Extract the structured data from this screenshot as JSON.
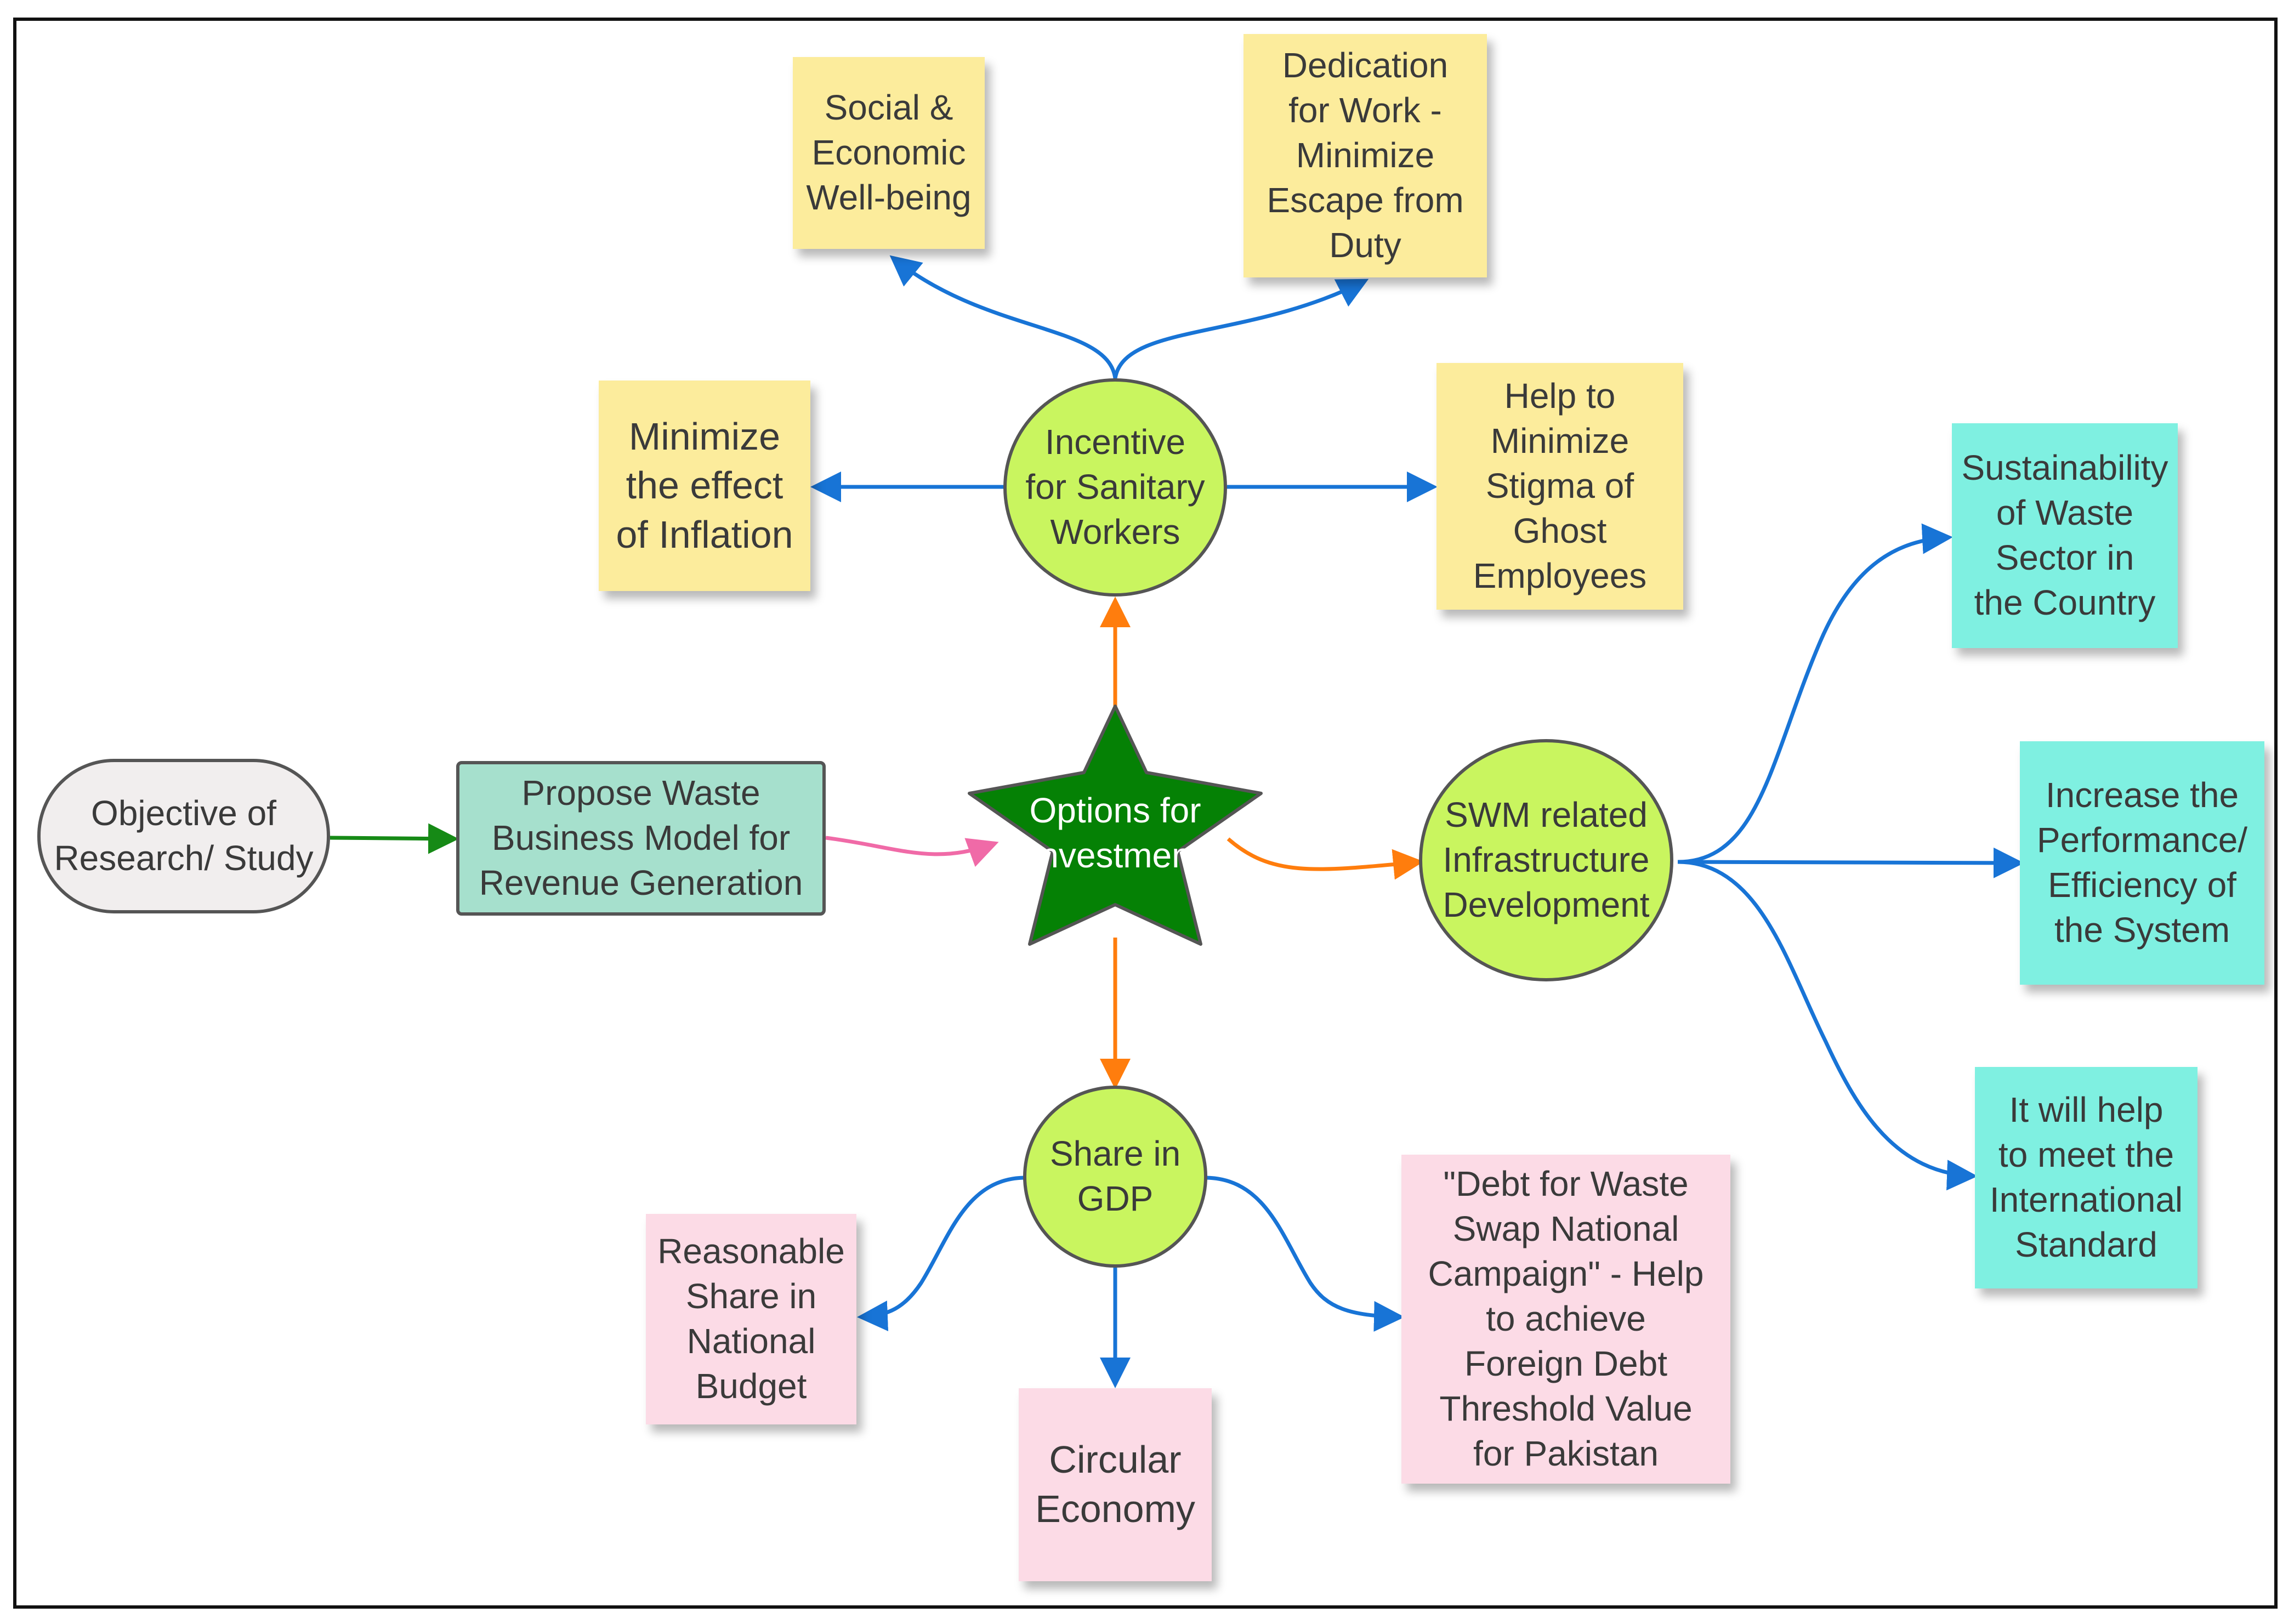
{
  "diagram": {
    "objective": "Objective of\nResearch/ Study",
    "propose": "Propose Waste\nBusiness Model for\nRevenue Generation",
    "center": "Options for\nInvestment",
    "incentive": "Incentive\nfor Sanitary\nWorkers",
    "swm": "SWM related\nInfrastructure\nDevelopment",
    "gdp": "Share in\nGDP",
    "incentive_children": {
      "social": "Social &\nEconomic\nWell-being",
      "dedication": "Dedication\nfor Work -\nMinimize\nEscape from\nDuty",
      "inflation": "Minimize\nthe effect\nof Inflation",
      "stigma": "Help to\nMinimize\nStigma of\nGhost\nEmployees"
    },
    "swm_children": {
      "sustainability": "Sustainability\nof Waste\nSector in\nthe Country",
      "performance": "Increase the\nPerformance/\nEfficiency of\nthe System",
      "international": "It will help\nto meet the\nInternational\nStandard"
    },
    "gdp_children": {
      "budget": "Reasonable\nShare in\nNational\nBudget",
      "circular": "Circular\nEconomy",
      "debt": "\"Debt for Waste\nSwap National\nCampaign\" - Help\nto achieve\nForeign Debt\nThreshold Value\nfor Pakistan"
    }
  },
  "colors": {
    "blue_connector": "#1874d6",
    "orange_connector": "#ff7d0d",
    "green_connector": "#168a16",
    "pink_connector": "#f06aa7",
    "star_fill": "#058105",
    "circle_fill": "#c9f55f",
    "yellow_note": "#fcec9c",
    "teal_note": "#7ff0e1",
    "pink_note": "#fcdbe6"
  }
}
